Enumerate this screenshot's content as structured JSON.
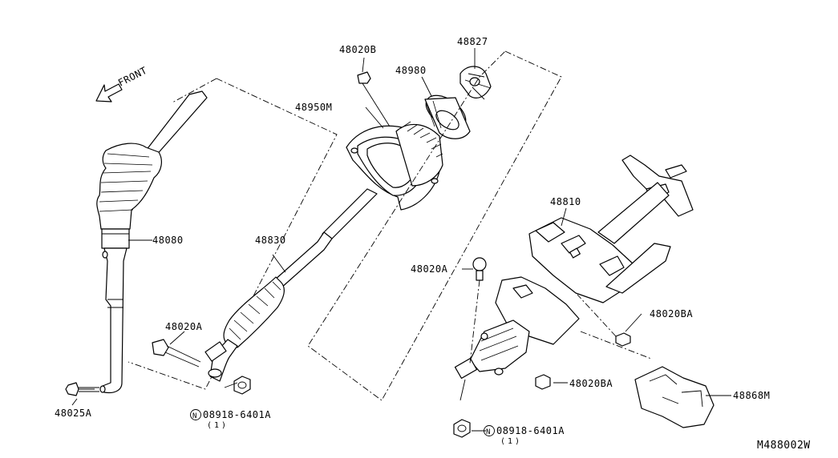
{
  "direction_label": "FRONT",
  "diagram_code": "M488002W",
  "parts": {
    "p48020B": "48020B",
    "p48827": "48827",
    "p48980": "48980",
    "p48950M": "48950M",
    "p48080": "48080",
    "p48830": "48830",
    "p48810": "48810",
    "p48020A_left": "48020A",
    "p48020A_right": "48020A",
    "p48020BA_upper": "48020BA",
    "p48020BA_lower": "48020BA",
    "p48868M": "48868M",
    "p48025A": "48025A",
    "nut_left": "08918-6401A",
    "nut_left_qty": "(1)",
    "nut_right": "08918-6401A",
    "nut_right_qty": "(1)",
    "nut_symbol": "N"
  }
}
